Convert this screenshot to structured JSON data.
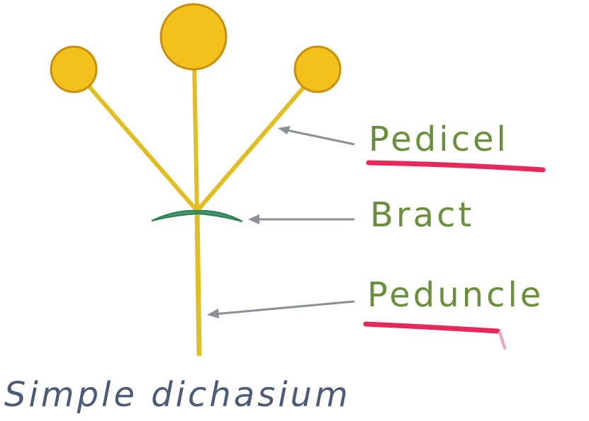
{
  "labels": {
    "pedicel": "Pedicel",
    "bract": "Bract",
    "peduncle": "Peduncle"
  },
  "caption": "Simple dichasium",
  "colors": {
    "flower_fill": "#f2c21b",
    "flower_outline": "#c98f0a",
    "stalk": "#e3be22",
    "bract": "#3f9a6a",
    "label_text": "#6a8f3a",
    "caption_text": "#4a5a78",
    "pointer_arrow": "#8a9096",
    "underline": "#e8285a"
  }
}
